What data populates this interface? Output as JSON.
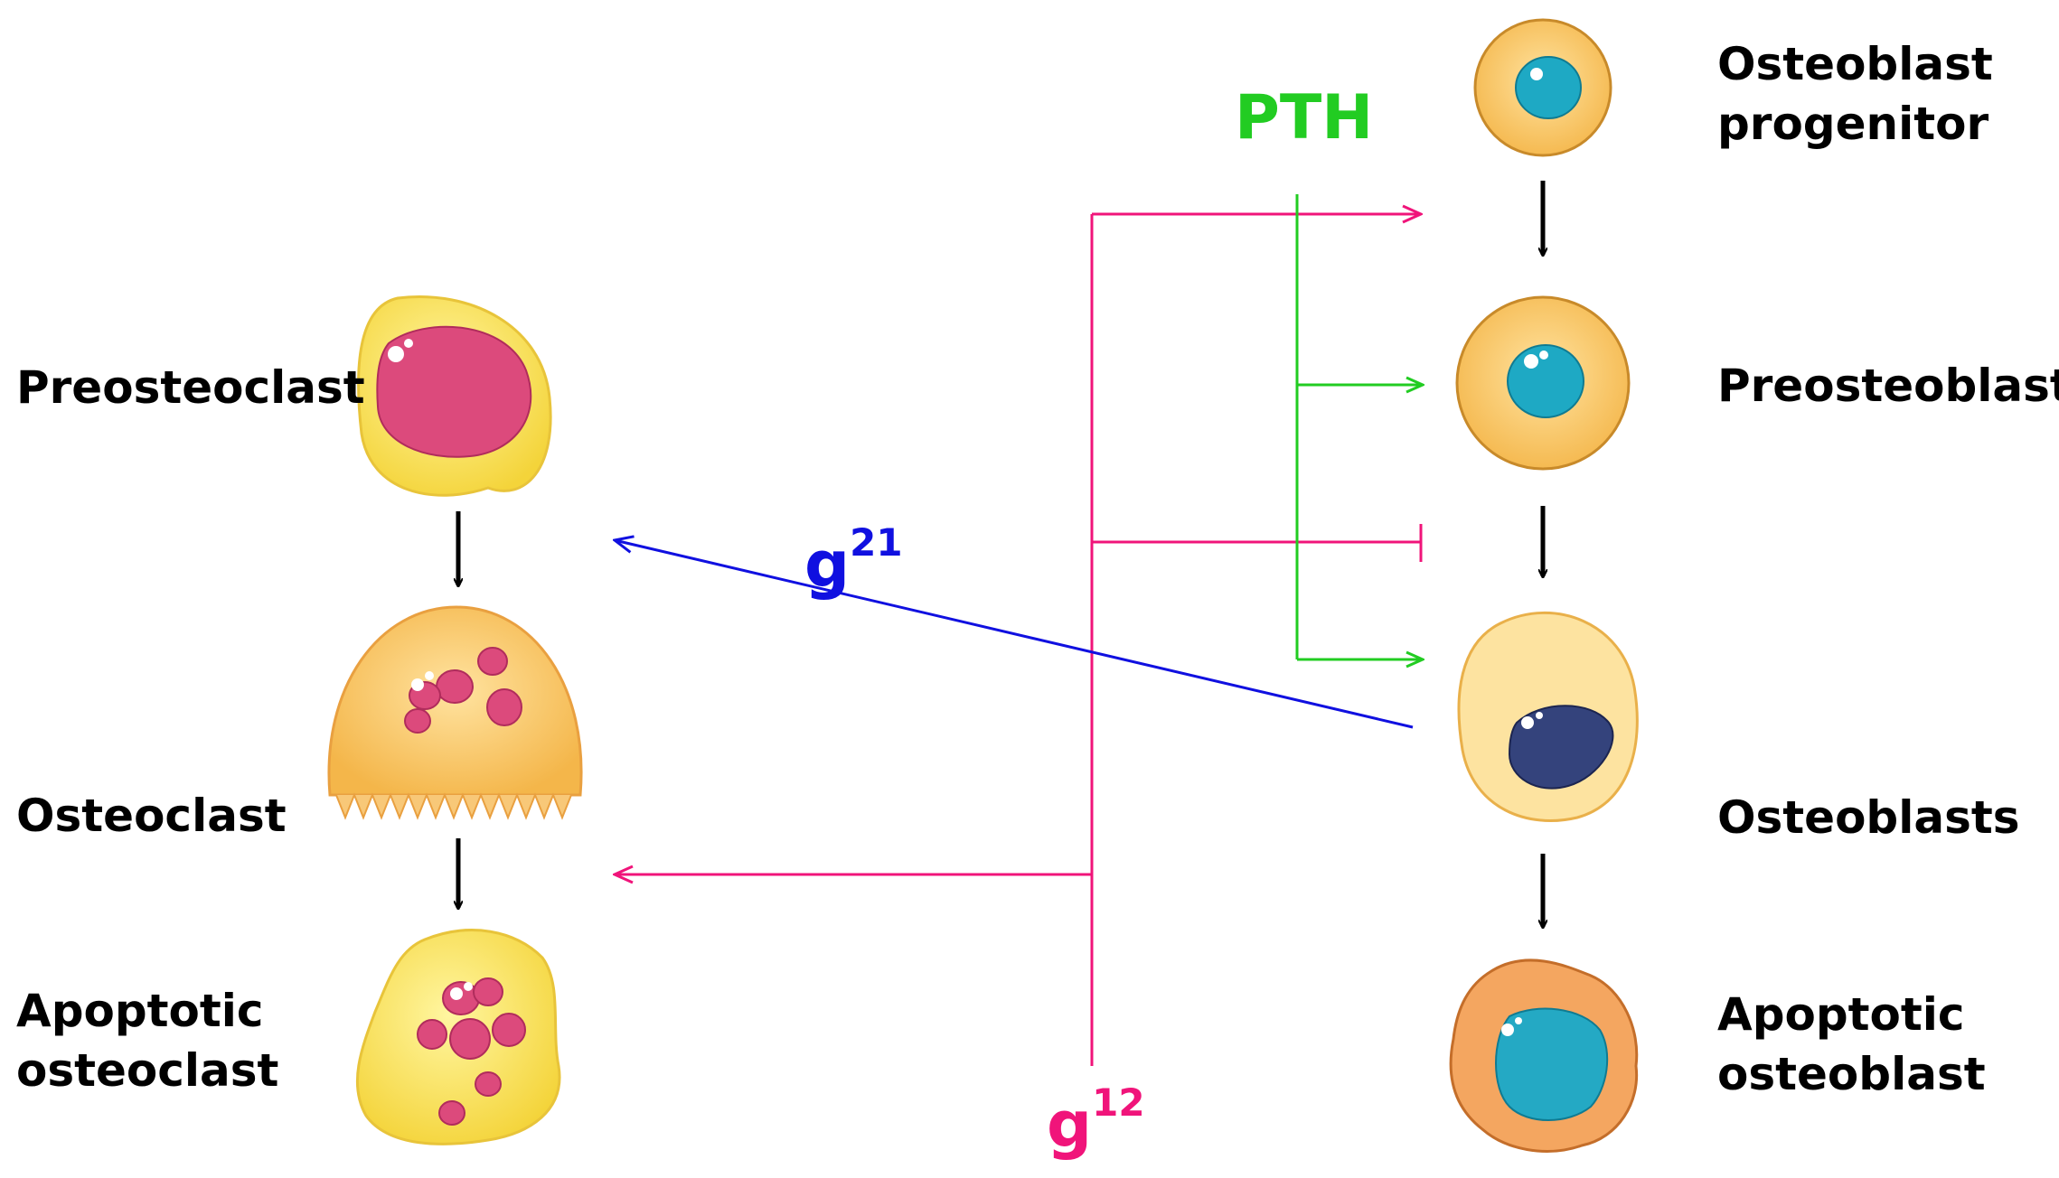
{
  "labels": {
    "preosteoclast": "Preosteoclast",
    "osteoclast": "Osteoclast",
    "apoptotic_osteoclast": [
      "Apoptotic",
      "osteoclast"
    ],
    "osteoblast_progenitor": [
      "Osteoblast",
      "progenitor"
    ],
    "preosteoblast": "Preosteoblast",
    "osteoblasts": "Osteoblasts",
    "apoptotic_osteoblast": [
      "Apoptotic",
      "osteoblast"
    ]
  },
  "signals": {
    "pth": "PTH",
    "g21": {
      "base": "g",
      "sup": "21"
    },
    "g12": {
      "base": "g",
      "sup": "12"
    }
  },
  "colors": {
    "pth": "#22cc22",
    "g21": "#1010e0",
    "g12": "#f0147a",
    "arrow": "#000000"
  }
}
